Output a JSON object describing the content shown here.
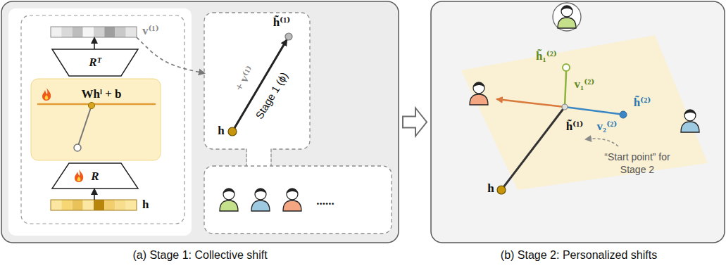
{
  "diagram": {
    "nodes": [
      {
        "text": [
          "(a) Stage 1: Collective shift"
        ]
      },
      {
        "text": [
          "v⁽¹⁾"
        ],
        "in": 0
      },
      {
        "text": [
          "Rᵀ"
        ],
        "in": 0
      },
      {
        "text": [
          "Whˡ + b"
        ],
        "in": 0
      },
      {
        "text": [
          "R"
        ],
        "in": 0
      },
      {
        "text": [
          "h"
        ],
        "in": 0
      },
      {
        "text": [
          "h̃⁽¹⁾",
          "+ v⁽¹⁾",
          "Stage 1 (ϕ)",
          "h"
        ],
        "in": 0
      },
      {
        "text": [
          "......"
        ],
        "in": 0
      },
      {
        "text": [
          "(b) Stage 2: Personalized shifts",
          "h̃₁⁽²⁾",
          "v₁⁽²⁾",
          "v₂⁽²⁾",
          "h̃⁽²⁾",
          "h̃⁽¹⁾",
          "“Start point” for Stage 2",
          "h"
        ]
      }
    ],
    "edges": [
      {
        "from": 5,
        "to": 4,
        "arrow": "to"
      },
      {
        "from": 2,
        "to": 1,
        "arrow": "to"
      },
      {
        "from": 1,
        "to": 6,
        "arrow": "to"
      },
      {
        "from": 0,
        "to": 8,
        "arrow": "to"
      }
    ]
  }
}
